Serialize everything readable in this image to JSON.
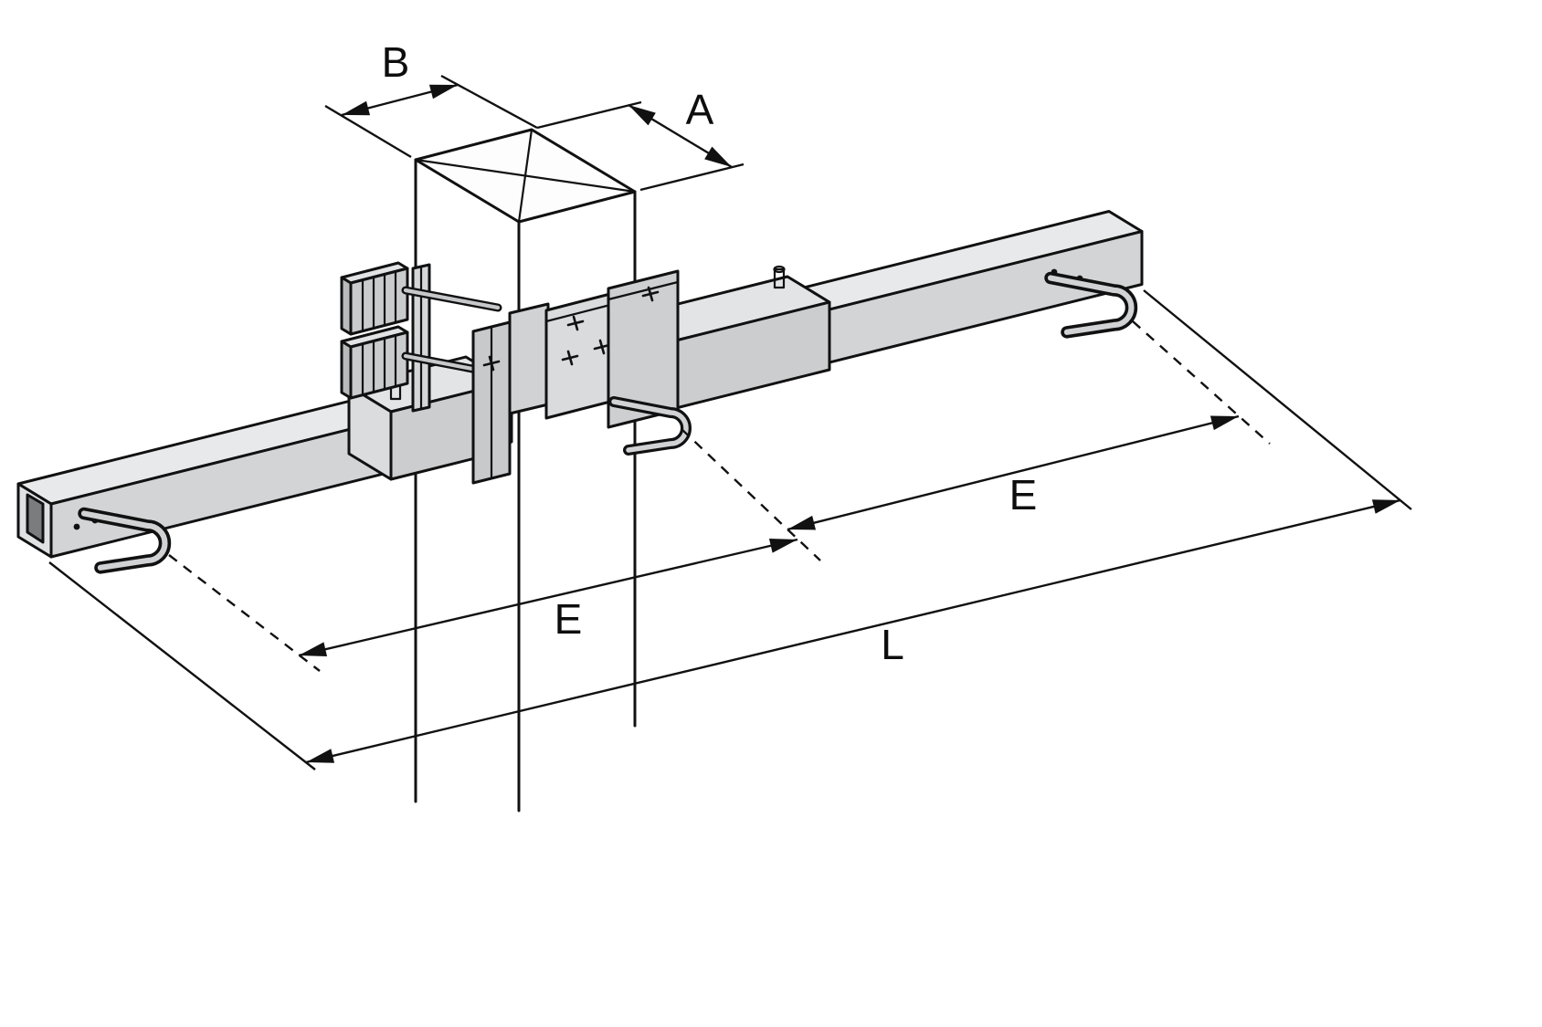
{
  "diagram": {
    "labels": {
      "b": "B",
      "a": "A",
      "e_left": "E",
      "e_right": "E",
      "l": "L"
    },
    "colors": {
      "outline": "#111111",
      "metal_front": "#d2d4d6",
      "metal_top": "#e8e9ea",
      "metal_end": "#dfe1e2",
      "sleeve_front": "#cbcdcf",
      "sleeve_top": "#e3e4e5",
      "plate": "#c7c9cb",
      "bore": "#7a7c7e",
      "background": "#ffffff"
    }
  }
}
